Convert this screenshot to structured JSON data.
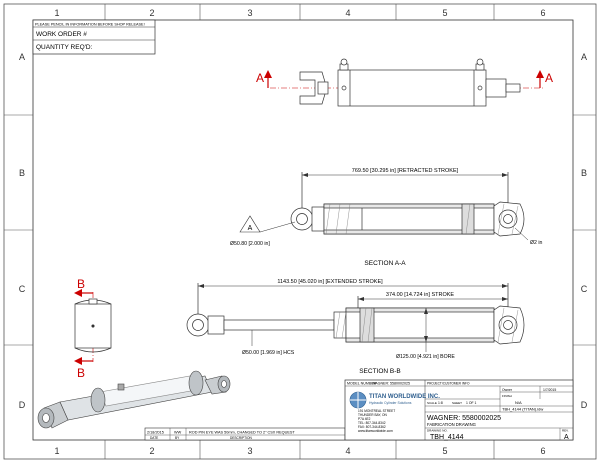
{
  "border": {
    "columns": [
      "1",
      "2",
      "3",
      "4",
      "5",
      "6"
    ],
    "rows": [
      "A",
      "B",
      "C",
      "D"
    ]
  },
  "header_box": {
    "notice": "PLEASE PENCIL IN INFORMATION BEFORE SHOP RELEASE!",
    "work_order": "WORK ORDER #",
    "quantity": "QUANTITY REQ'D:"
  },
  "section_marker": {
    "letter_a": "A",
    "letter_b": "B"
  },
  "dimensions": {
    "retracted": "769.50 [30.295 in] [RETRACTED STROKE]",
    "extended": "1143.50 [45.020 in] [EXTENDED STROKE]",
    "stroke": "374.00 [14.724 in] STROKE",
    "pin_dia": "Ø50.80 [2.000 in]",
    "pin_right": "Ø2 in",
    "rod_dia": "Ø50.00 [1.969 in] HCS",
    "bore": "Ø125.00 [4.921 in] BORE",
    "weld_symbol": "A"
  },
  "section_labels": {
    "aa": "SECTION  A-A",
    "bb": "SECTION  B-B"
  },
  "revision_table": {
    "row": {
      "date": "2/18/2015",
      "by": "WW",
      "desc": "ROD PIN EYE WAS 50mm, CHANGED TO 2\" CSX REQUEST"
    },
    "headers": {
      "date": "DATE",
      "by": "BY",
      "desc": "DESCRIPTION"
    }
  },
  "title_block": {
    "model_label": "MODEL NUMBER",
    "model_value": "WAGNER: 5580002025",
    "project_label": "PROJECT/CUSTOMER INFO",
    "company": "TITAN WORLDWIDE INC.",
    "tagline": "Hydraulic  Cylinder  Solutions",
    "address": [
      "191 MONTREAL STREET",
      "THUNDER BAY, ON",
      "P7A 4E2",
      "TEL: 807-344-8342",
      "FAX: 807-344-8362",
      "www.titanworldwide.com"
    ],
    "drawn_label": "Owner",
    "drawn_date": "1/7/2015",
    "scale_label": "SCALE",
    "scale_value": "1:8",
    "sheet_label": "SHEET",
    "sheet_value": "1  OF  1",
    "finish_label": "FINISH",
    "finish_value": "N/A",
    "file_name": "TBH_4144 (TITAN).idw",
    "title_main": "WAGNER: 5580002025",
    "title_sub": "FABRICATION DRAWING",
    "drawing_no_label": "DRAWING NO.",
    "drawing_no": "TBH_4144",
    "rev_label": "REV.",
    "rev_value": "A"
  }
}
